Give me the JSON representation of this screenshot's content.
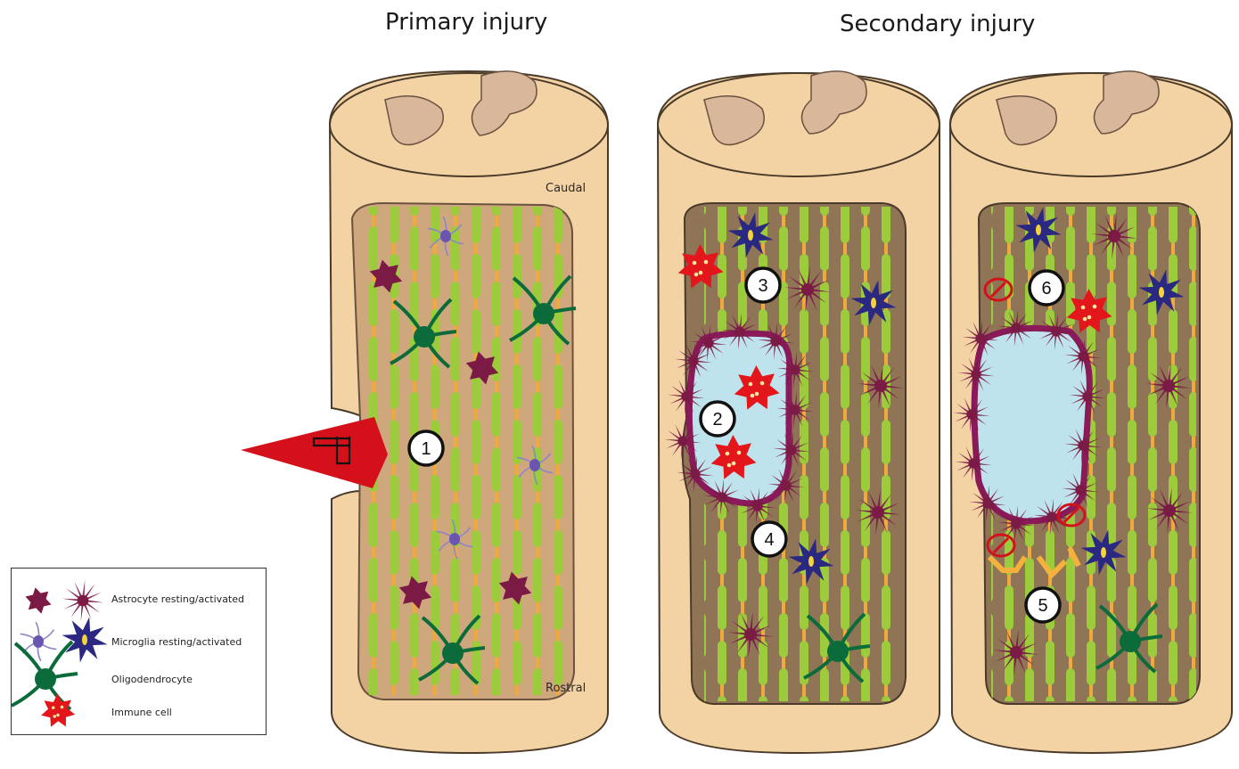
{
  "headings": {
    "primary": "Primary injury",
    "secondary": "Secondary injury"
  },
  "orientation": {
    "top": "Caudal",
    "bottom": "Rostral"
  },
  "markers": [
    "1",
    "2",
    "3",
    "4",
    "5",
    "6"
  ],
  "legend": {
    "items": [
      {
        "label": "Astrocyte resting/activated",
        "icon": "astrocyte-icon",
        "color": "#7a1a45"
      },
      {
        "label": "Microglia resting/activated",
        "icon": "microglia-icon",
        "color": "#2a2880"
      },
      {
        "label": "Oligodendrocyte",
        "icon": "oligodendrocyte-icon",
        "color": "#0b6b3a"
      },
      {
        "label": "Immune cell",
        "icon": "immune-cell-icon",
        "color": "#e3161c"
      }
    ]
  },
  "colors": {
    "cord": "#f3d3a4",
    "grey_matter": "#d9b79b",
    "tissue": "#cfa77d",
    "damaged_tissue": "#8f7456",
    "axon": "#9ccb3b",
    "myelin_gap": "#f5a623",
    "cyst": "#bfe3ec",
    "cyst_border": "#8a1a5a",
    "impact": "#d4111a"
  }
}
